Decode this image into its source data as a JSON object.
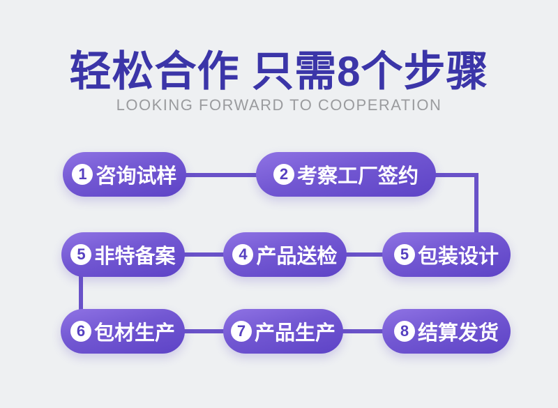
{
  "page": {
    "background_color": "#eef0f2"
  },
  "header": {
    "title": "轻松合作 只需8个步骤",
    "title_color": "#3b35a8",
    "subtitle": "LOOKING FORWARD TO COOPERATION",
    "subtitle_color": "#9a9b9e"
  },
  "flow": {
    "pill_gradient_top": "#8f73e4",
    "pill_gradient_bottom": "#5d43c6",
    "connector_color": "#6952c8",
    "pill_text_color": "#ffffff",
    "badge_background": "#ffffff",
    "badge_number_color": "#5640c0",
    "steps": [
      {
        "number": "1",
        "label": "咨询试样"
      },
      {
        "number": "2",
        "label": "考察工厂签约"
      },
      {
        "number": "5",
        "label": "非特备案"
      },
      {
        "number": "4",
        "label": "产品送检"
      },
      {
        "number": "5",
        "label": "包装设计"
      },
      {
        "number": "6",
        "label": "包材生产"
      },
      {
        "number": "7",
        "label": "产品生产"
      },
      {
        "number": "8",
        "label": "结算发货"
      }
    ]
  }
}
